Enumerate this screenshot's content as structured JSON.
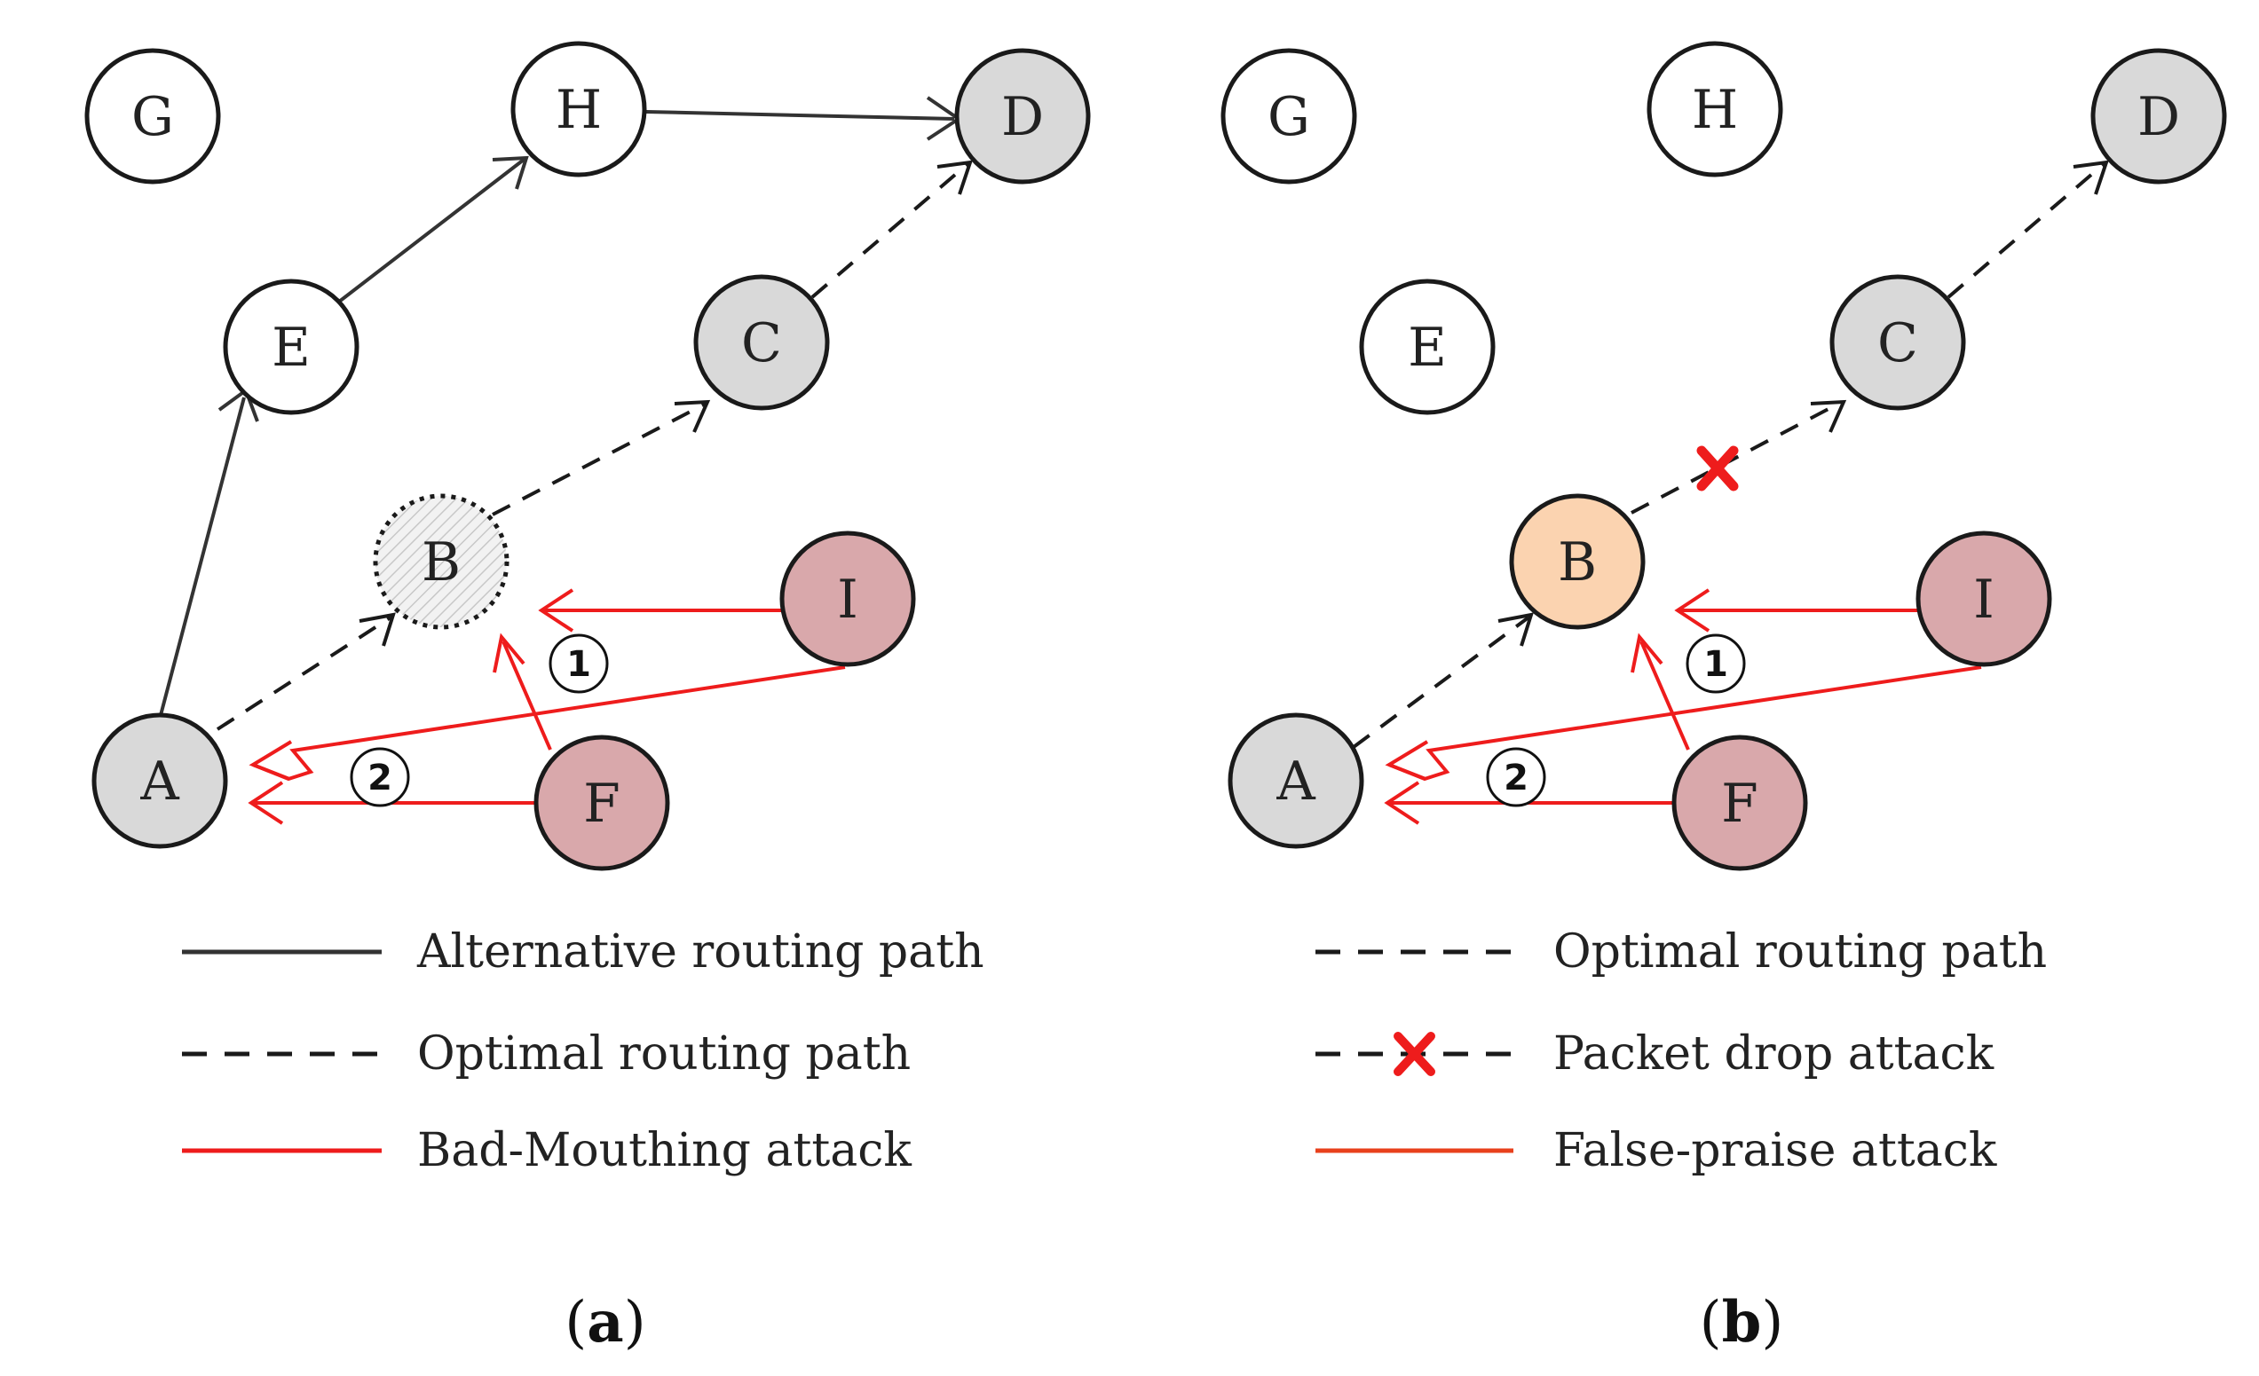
{
  "colors": {
    "node_white": "#ffffff",
    "node_gray": "#d9d9d9",
    "node_attacker": "#d9a8ab",
    "node_compromised": "#fbd3b0",
    "stroke": "#1a1a1a",
    "attack_red": "#ee1c1c",
    "false_praise": "#e8401c",
    "path_dark": "#333333"
  },
  "panel_a": {
    "caption_open": "(",
    "caption_letter": "a",
    "caption_close": ")",
    "nodes": {
      "G": "G",
      "H": "H",
      "D": "D",
      "E": "E",
      "C": "C",
      "B": "B",
      "I": "I",
      "A": "A",
      "F": "F"
    },
    "badges": {
      "one": "1",
      "two": "2"
    },
    "legend": [
      "Alternative routing path",
      "Optimal routing path",
      "Bad-Mouthing attack"
    ]
  },
  "panel_b": {
    "caption_open": "(",
    "caption_letter": "b",
    "caption_close": ")",
    "nodes": {
      "G": "G",
      "H": "H",
      "D": "D",
      "E": "E",
      "C": "C",
      "B": "B",
      "I": "I",
      "A": "A",
      "F": "F"
    },
    "badges": {
      "one": "1",
      "two": "2"
    },
    "legend": [
      "Optimal routing path",
      "Packet drop attack",
      "False-praise attack"
    ]
  }
}
